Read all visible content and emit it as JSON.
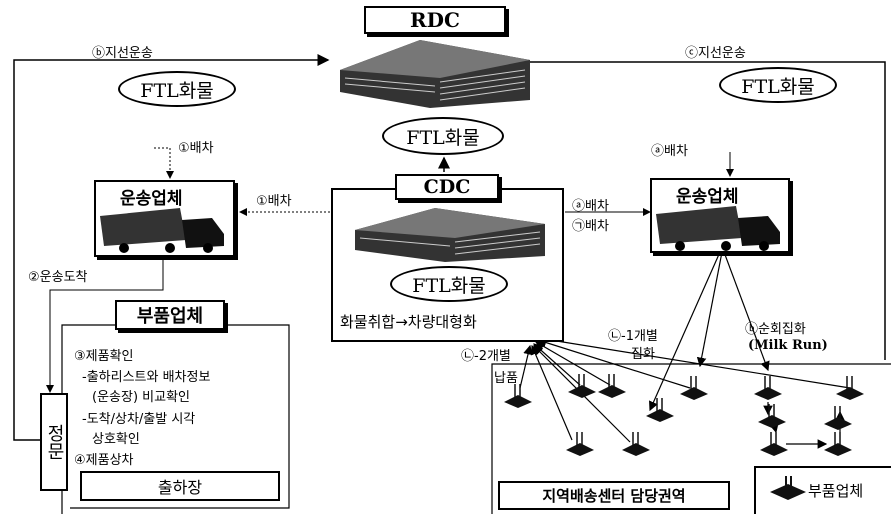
{
  "rdc": {
    "title": "RDC",
    "cargo": "FTL화물",
    "cargo_right": "FTL화물"
  },
  "cdc": {
    "title": "CDC",
    "cargo": "FTL화물",
    "cargo_up": "FTL화물",
    "caption": "화물취합→차량대형화"
  },
  "carrier_left": {
    "title": "운송업체"
  },
  "carrier_right": {
    "title": "운송업체"
  },
  "labels": {
    "left_branch": "ⓑ지선운송",
    "right_branch": "ⓒ지선운송",
    "dispatch_left_top": "①배차",
    "dispatch_left_mid": "①배차",
    "dispatch_right_top": "ⓐ배차",
    "dispatch_right_mid_a": "ⓐ배차",
    "dispatch_right_mid_b": "㉠배차",
    "arrival": "②운송도착",
    "individual_1a": "㉡-1개별",
    "individual_1b": "집화",
    "individual_2": "㉡-2개별",
    "milk_run_a": "ⓑ순회집화",
    "milk_run_b": "(Milk Run)",
    "delivery": "납품"
  },
  "parts_supplier": {
    "title": "부품업체",
    "step3": "③제품확인",
    "step3_a1": "-출하리스트와 배차정보",
    "step3_a2": "(운송장) 비교확인",
    "step3_b1": "-도착/상차/출발 시각",
    "step3_b2": "상호확인",
    "step4": "④제품상차",
    "gate": "정문",
    "shipping": "출하장"
  },
  "region": {
    "title": "지역배송센터 담당권역",
    "legend": "부품업체"
  }
}
